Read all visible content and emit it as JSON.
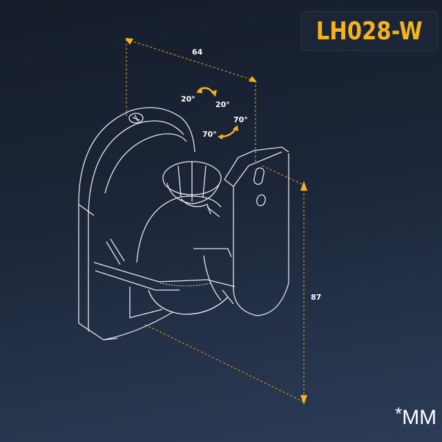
{
  "product": {
    "model": "LH028-W"
  },
  "dimensions": {
    "width": "64",
    "height": "87",
    "unit_label": "MM",
    "unit_prefix": "*"
  },
  "rotation": {
    "tilt_left": "20°",
    "tilt_right": "20°",
    "swivel_left": "70°",
    "swivel_right": "70°"
  },
  "colors": {
    "accent": "#f5b21a",
    "line": "#ffffff",
    "bg_top": "#151d2b",
    "bg_bottom": "#2c3c57"
  }
}
